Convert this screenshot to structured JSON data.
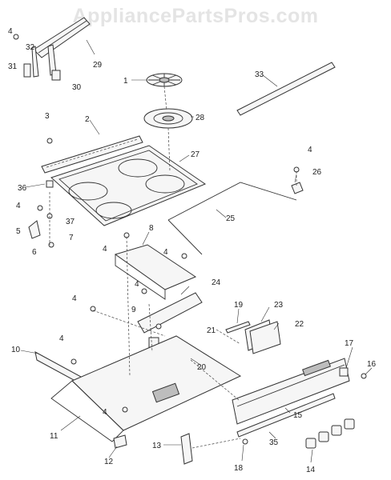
{
  "watermark": "AppliancePartsPros.com",
  "labels": [
    "1",
    "2",
    "3",
    "4",
    "5",
    "6",
    "7",
    "8",
    "9",
    "10",
    "11",
    "12",
    "13",
    "14",
    "15",
    "16",
    "17",
    "18",
    "19",
    "20",
    "21",
    "22",
    "23",
    "24",
    "25",
    "26",
    "27",
    "28",
    "29",
    "30",
    "31",
    "32",
    "33",
    "35",
    "36",
    "37"
  ]
}
